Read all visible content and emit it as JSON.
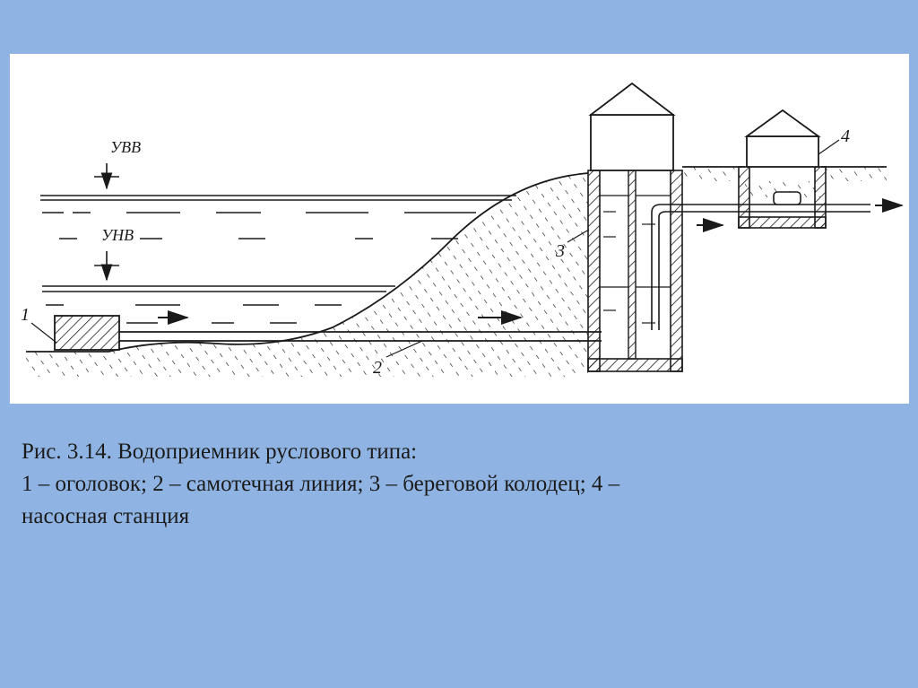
{
  "diagram": {
    "level_high_label": "УВВ",
    "level_low_label": "УНВ",
    "callout_1": "1",
    "callout_2": "2",
    "callout_3": "3",
    "callout_4": "4"
  },
  "caption": {
    "line1": "Рис. 3.14. Водоприемник руслового типа:",
    "line2": "1 – оголовок; 2 – самотечная линия; 3 – береговой колодец; 4 –",
    "line3": "насосная станция"
  },
  "colors": {
    "background": "#8fb4e3",
    "panel": "#ffffff",
    "ink": "#1a1a1a"
  }
}
